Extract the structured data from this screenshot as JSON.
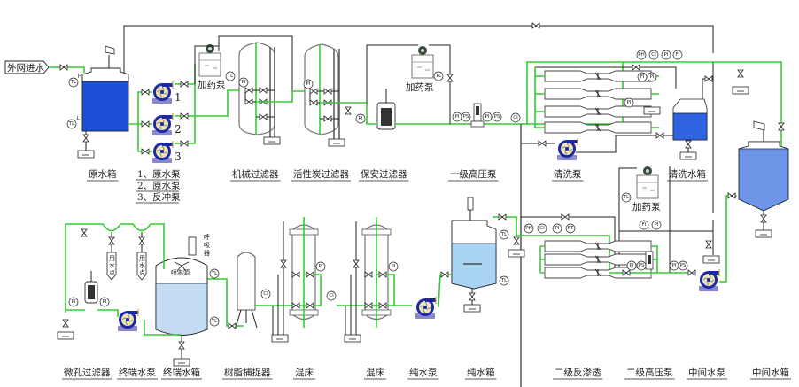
{
  "inlet": {
    "label": "外网进水"
  },
  "equipment_labels": [
    {
      "id": "raw-tank",
      "text": "原水箱"
    },
    {
      "id": "mech-filter",
      "text": "机械过滤器"
    },
    {
      "id": "carbon-filter",
      "text": "活性炭过滤器"
    },
    {
      "id": "security-filter",
      "text": "保安过滤器"
    },
    {
      "id": "hp-pump-1",
      "text": "一级高压泵"
    },
    {
      "id": "clean-pump",
      "text": "清洗泵"
    },
    {
      "id": "clean-tank",
      "text": "清洗水箱"
    },
    {
      "id": "micro-filter",
      "text": "微孔过滤器"
    },
    {
      "id": "terminal-pump",
      "text": "终端水泵"
    },
    {
      "id": "terminal-tank",
      "text": "终端水箱"
    },
    {
      "id": "resin-trap",
      "text": "树脂捕捉器"
    },
    {
      "id": "mixed-bed-1",
      "text": "混床"
    },
    {
      "id": "mixed-bed-2",
      "text": "混床"
    },
    {
      "id": "pure-pump",
      "text": "纯水泵"
    },
    {
      "id": "pure-tank",
      "text": "纯水箱"
    },
    {
      "id": "ro-2",
      "text": "二级反渗透"
    },
    {
      "id": "hp-pump-2",
      "text": "二级高压泵"
    },
    {
      "id": "mid-pump",
      "text": "中间水泵"
    },
    {
      "id": "mid-tank",
      "text": "中间水箱"
    }
  ],
  "pump_legend": [
    "1、原水泵",
    "2、原水泵",
    "3、反冲泵"
  ],
  "pump_numbers": [
    "1",
    "2",
    "3"
  ],
  "dosing_pump_label": "加药泵",
  "breather_label": [
    "呼",
    "吸",
    "器"
  ],
  "spray_head_label": "喷淋頭",
  "use_point_label": [
    "用",
    "水",
    "点"
  ],
  "instrument_tags": {
    "PI": "PI",
    "TL": "TL",
    "PS": "PS",
    "CI": "CI",
    "PH": "PH",
    "FI": "FI",
    "FT": "FT"
  },
  "level_marks": {
    "high": "H",
    "low": "L"
  },
  "colors": {
    "flow_line": "#33cc33",
    "raw_water": "#1a4fd6",
    "mid_water": "#6f95e8",
    "clean_water": "#2f63e0",
    "pure_water": "#a9d4f2",
    "terminal_water": "#c4dcf2",
    "pump_body": "#1a2aa8",
    "pump_base": "#8c86cc"
  }
}
